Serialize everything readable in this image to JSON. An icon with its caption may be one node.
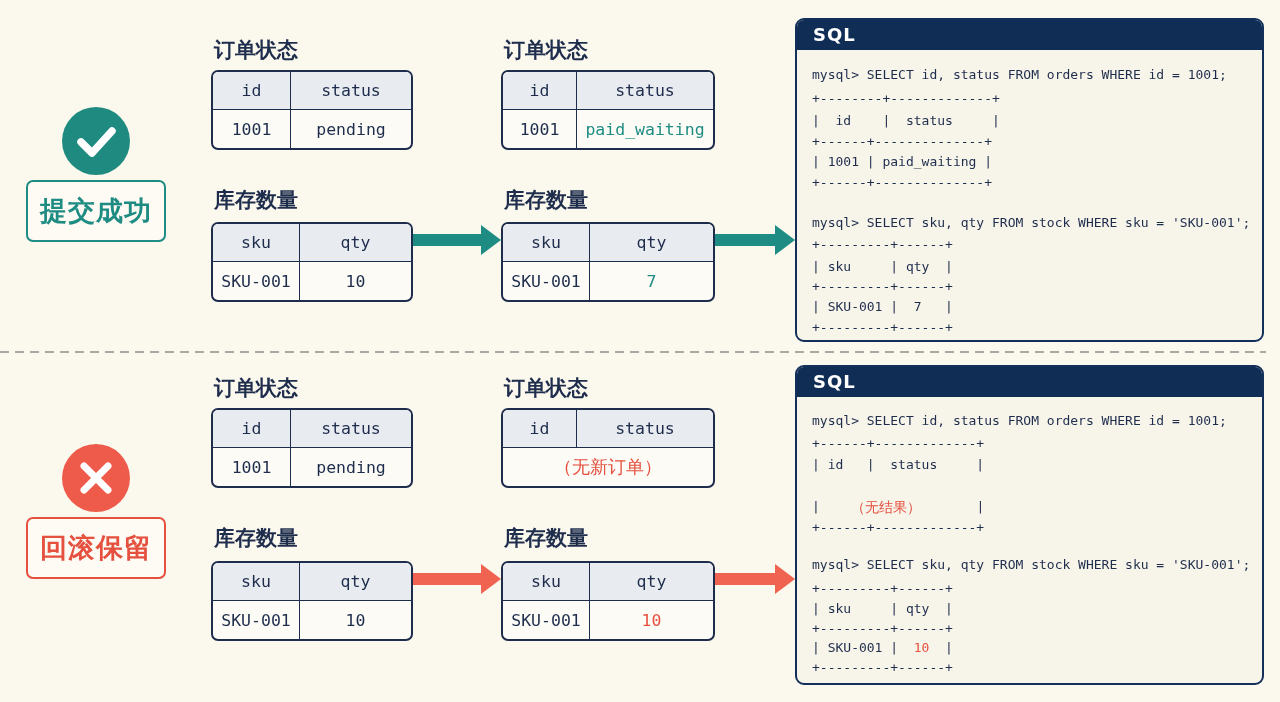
{
  "diagram": {
    "nodes": [
      {
        "text": [
          "提交成功"
        ]
      },
      {
        "text": [
          "订单状态",
          "id",
          "status",
          "1001",
          "pending"
        ]
      },
      {
        "text": [
          "库存数量",
          "sku",
          "qty",
          "SKU-001",
          "10"
        ]
      },
      {
        "text": [
          "订单状态",
          "id",
          "status",
          "1001",
          "paid_waiting"
        ]
      },
      {
        "text": [
          "库存数量",
          "sku",
          "qty",
          "SKU-001",
          "7"
        ]
      },
      {
        "text": [
          "SQL",
          "mysql> SELECT id, status FROM orders WHERE id = 1001;",
          "+--------+-------------+",
          "|  id    |  status     |",
          "+------+--------------+",
          "| 1001 | paid_waiting |",
          "+------+--------------+",
          "mysql> SELECT sku, qty FROM stock WHERE sku = 'SKU-001';",
          "+---------+------+",
          "| sku     | qty  |",
          "+---------+------+",
          "| SKU-001 |  7   |",
          "+---------+------+"
        ]
      },
      {
        "text": [
          "回滚保留"
        ]
      },
      {
        "text": [
          "订单状态",
          "id",
          "status",
          "1001",
          "pending"
        ]
      },
      {
        "text": [
          "库存数量",
          "sku",
          "qty",
          "SKU-001",
          "10"
        ]
      },
      {
        "text": [
          "订单状态",
          "id",
          "status",
          "（无新订单）"
        ]
      },
      {
        "text": [
          "库存数量",
          "sku",
          "qty",
          "SKU-001",
          "10"
        ]
      },
      {
        "text": [
          "SQL",
          "mysql> SELECT id, status FROM orders WHERE id = 1001;",
          "+------+-------------+",
          "| id   |  status     |",
          "|",
          "（无结果）",
          "|",
          "+------+-------------+",
          "mysql> SELECT sku, qty FROM stock WHERE sku = 'SKU-001';",
          "+---------+------+",
          "| sku     | qty  |",
          "+---------+------+",
          "| SKU-001 |",
          "10",
          "|",
          "+---------+------+"
        ]
      }
    ],
    "edges": [
      {
        "from": 2,
        "to": 4,
        "arrow": "to",
        "color": "#1e8c82"
      },
      {
        "from": 4,
        "to": 5,
        "arrow": "to",
        "color": "#1e8c82"
      },
      {
        "from": 8,
        "to": 10,
        "arrow": "to",
        "color": "#ef6350"
      },
      {
        "from": 10,
        "to": 11,
        "arrow": "to",
        "color": "#ef6350"
      }
    ]
  }
}
